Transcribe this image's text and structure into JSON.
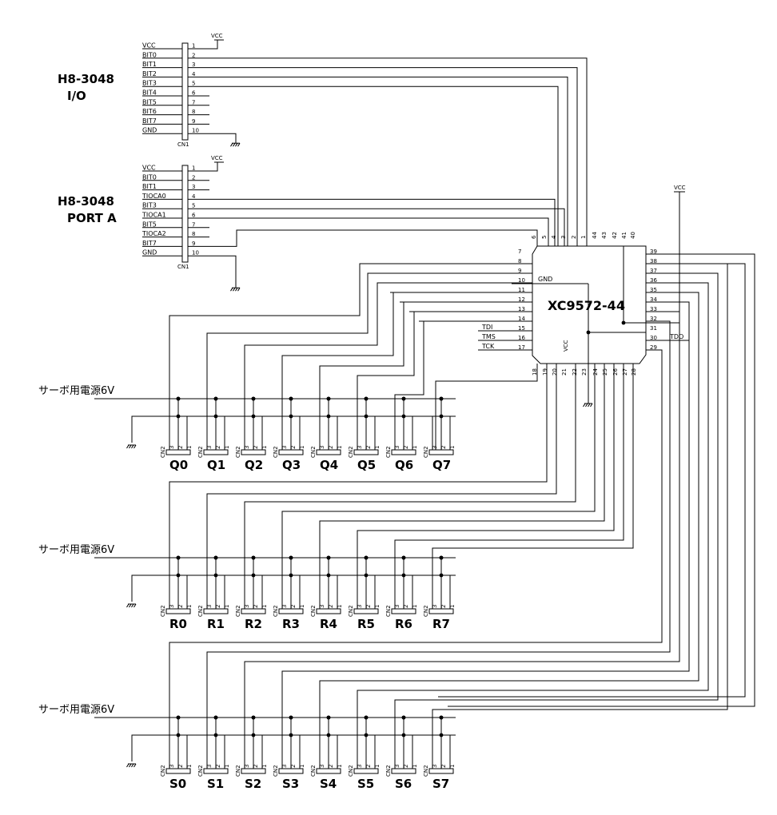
{
  "connectors": [
    {
      "id": "io",
      "title": [
        "H8-3048",
        "I/O"
      ],
      "signals": [
        "VCC",
        "BIT0",
        "BIT1",
        "BIT2",
        "BIT3",
        "BIT4",
        "BIT5",
        "BIT6",
        "BIT7",
        "GND"
      ],
      "pins": [
        "1",
        "2",
        "3",
        "4",
        "5",
        "6",
        "7",
        "8",
        "9",
        "10"
      ],
      "cn_label": "CN1",
      "vcc_label": "VCC"
    },
    {
      "id": "porta",
      "title": [
        "H8-3048",
        "PORT A"
      ],
      "signals": [
        "VCC",
        "BIT0",
        "BIT1",
        "TIOCA0",
        "BIT3",
        "TIOCA1",
        "BIT5",
        "TIOCA2",
        "BIT7",
        "GND"
      ],
      "pins": [
        "1",
        "2",
        "3",
        "4",
        "5",
        "6",
        "7",
        "8",
        "9",
        "10"
      ],
      "cn_label": "CN1",
      "vcc_label": "VCC"
    }
  ],
  "chip": {
    "name": "XC9572-44",
    "top_pins": [
      "6",
      "5",
      "4",
      "3",
      "2",
      "1",
      "44",
      "43",
      "42",
      "41",
      "40"
    ],
    "left_pins": [
      "7",
      "8",
      "9",
      "10",
      "11",
      "12",
      "13",
      "14",
      "15",
      "16",
      "17"
    ],
    "right_pins": [
      "39",
      "38",
      "37",
      "36",
      "35",
      "34",
      "33",
      "32",
      "31",
      "30",
      "29"
    ],
    "bottom_pins": [
      "18",
      "19",
      "20",
      "21",
      "22",
      "23",
      "24",
      "25",
      "26",
      "27",
      "28"
    ],
    "left_signals": {
      "10": "GND",
      "15": "TDI",
      "16": "TMS",
      "17": "TCK"
    },
    "right_signals": {
      "30": "TDO"
    },
    "vcc_inside": "VCC",
    "vcc_label": "VCC"
  },
  "servo_power_label": "サーボ用電源6V",
  "servo_rows": [
    {
      "labels": [
        "Q0",
        "Q1",
        "Q2",
        "Q3",
        "Q4",
        "Q5",
        "Q6",
        "Q7"
      ]
    },
    {
      "labels": [
        "R0",
        "R1",
        "R2",
        "R3",
        "R4",
        "R5",
        "R6",
        "R7"
      ]
    },
    {
      "labels": [
        "S0",
        "S1",
        "S2",
        "S3",
        "S4",
        "S5",
        "S6",
        "S7"
      ]
    }
  ],
  "servo_pins": [
    "3",
    "2",
    "1"
  ],
  "servo_cn_label": "CN2"
}
